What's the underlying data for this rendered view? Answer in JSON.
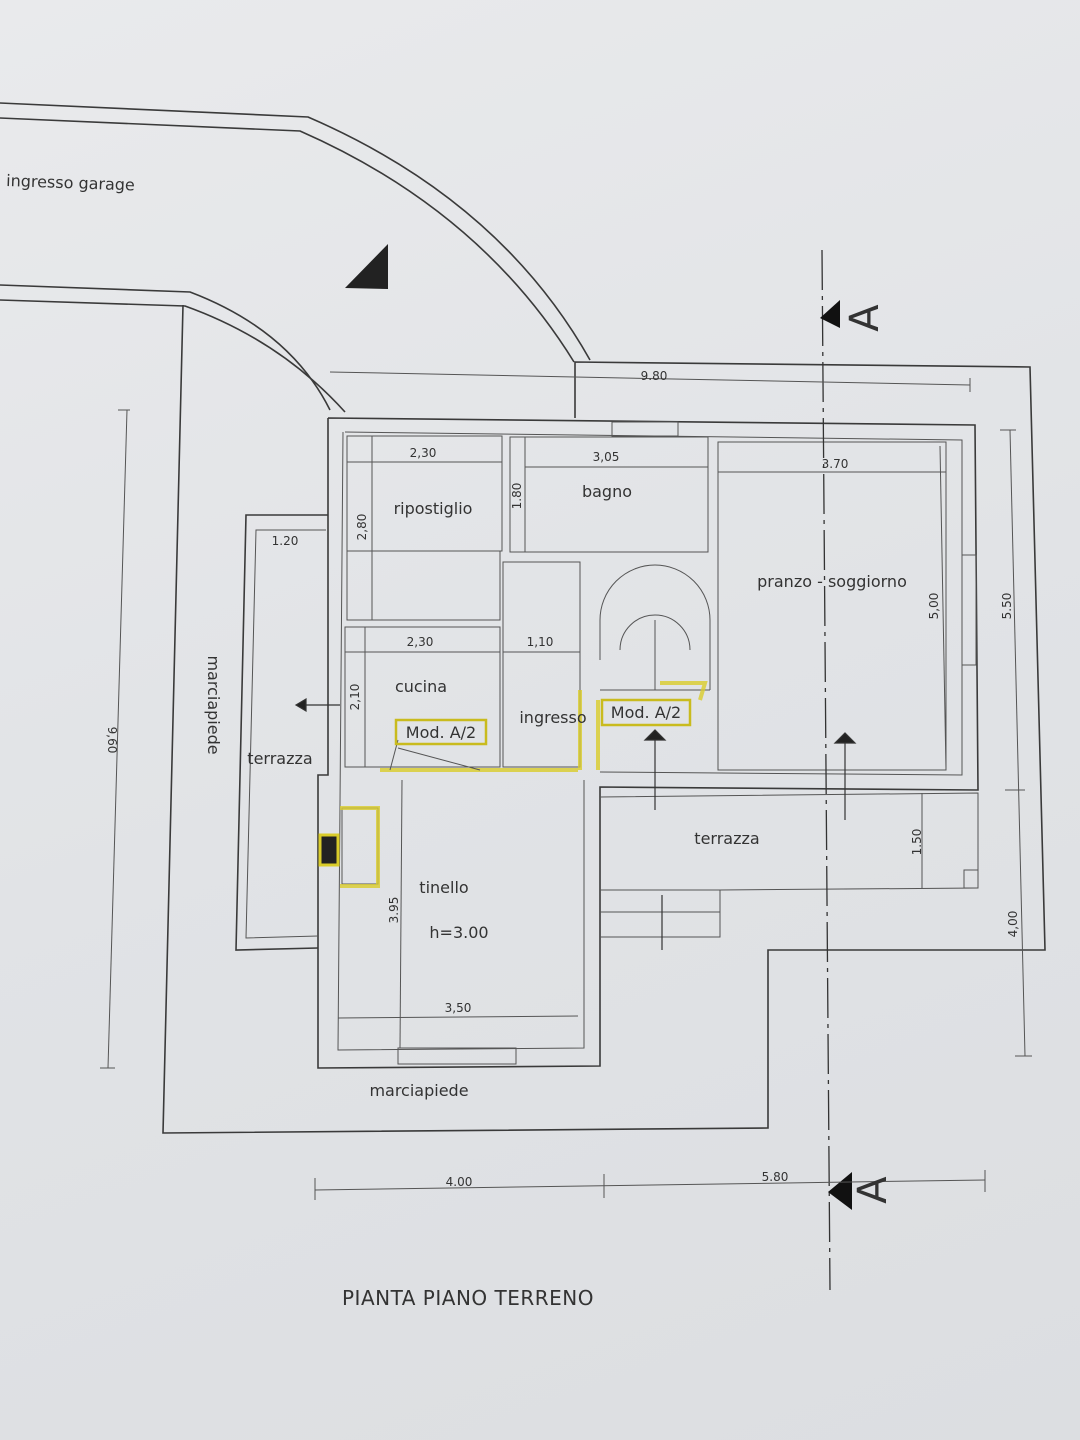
{
  "drawing": {
    "title": "PIANTA PIANO TERRENO",
    "section_marker": "A",
    "highlight_color": "#d9cc2a",
    "line_color": "#3a3a3a"
  },
  "site": {
    "garage_entrance": "ingresso garage",
    "sidewalk_left": "marciapiede",
    "sidewalk_bottom": "marciapiede",
    "terrace_left": "terrazza",
    "terrace_right": "terrazza"
  },
  "rooms": {
    "storage": {
      "name": "ripostiglio",
      "width": "2,30",
      "depth": "2,80"
    },
    "bathroom": {
      "name": "bagno",
      "width": "3,05",
      "depth": "1.80"
    },
    "living": {
      "name": "pranzo - soggiorno",
      "width": "3.70",
      "depth": "5,00"
    },
    "kitchen": {
      "name": "cucina",
      "width": "2,30",
      "depth": "2,10"
    },
    "entrance": {
      "name": "ingresso",
      "width": "1,10"
    },
    "dining": {
      "name": "tinello",
      "height": "h=3.00",
      "width": "3,50",
      "depth": "3.95"
    }
  },
  "annotations": [
    "Mod. A/2",
    "Mod. A/2"
  ],
  "dimensions": {
    "overall_top": "9.80",
    "overall_left": "9,60",
    "terrace_left_width": "1.20",
    "right_upper": "5.50",
    "right_lower": "4,00",
    "terrace_right_depth": "1.50",
    "bottom_left": "4.00",
    "bottom_right": "5.80"
  }
}
